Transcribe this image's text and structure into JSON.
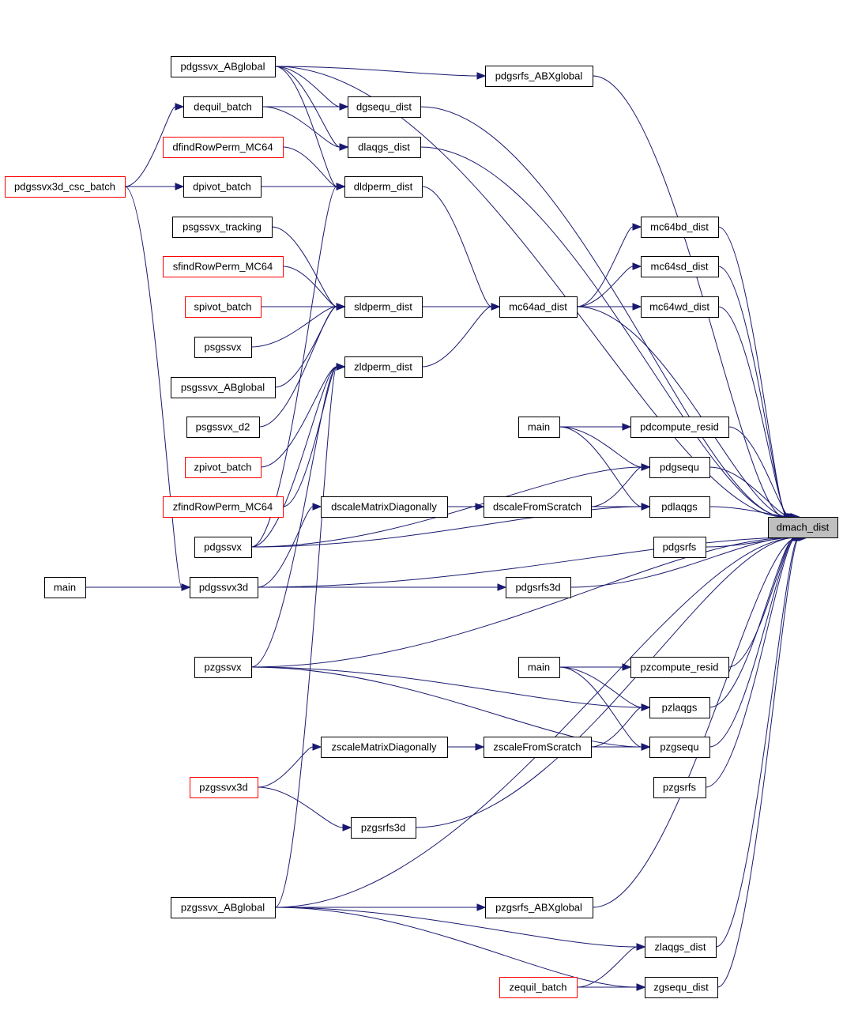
{
  "colors": {
    "edge": "#191970",
    "node_border": "#000000",
    "missing_node_border": "#ff0000",
    "root_fill": "#bfbfbf"
  },
  "nodes": [
    {
      "id": "dmach_dist",
      "label": "dmach_dist",
      "style": "root"
    },
    {
      "id": "pdgssvx_ABglobal",
      "label": "pdgssvx_ABglobal",
      "style": "normal"
    },
    {
      "id": "pdgsrfs_ABXglobal",
      "label": "pdgsrfs_ABXglobal",
      "style": "normal"
    },
    {
      "id": "dequil_batch",
      "label": "dequil_batch",
      "style": "normal"
    },
    {
      "id": "dgsequ_dist",
      "label": "dgsequ_dist",
      "style": "normal"
    },
    {
      "id": "dfindRowPerm_MC64",
      "label": "dfindRowPerm_MC64",
      "style": "missing"
    },
    {
      "id": "dlaqgs_dist",
      "label": "dlaqgs_dist",
      "style": "normal"
    },
    {
      "id": "pdgssvx3d_csc_batch",
      "label": "pdgssvx3d_csc_batch",
      "style": "missing"
    },
    {
      "id": "dpivot_batch",
      "label": "dpivot_batch",
      "style": "normal"
    },
    {
      "id": "dldperm_dist",
      "label": "dldperm_dist",
      "style": "normal"
    },
    {
      "id": "psgssvx_tracking",
      "label": "psgssvx_tracking",
      "style": "normal"
    },
    {
      "id": "mc64bd_dist",
      "label": "mc64bd_dist",
      "style": "normal"
    },
    {
      "id": "sfindRowPerm_MC64",
      "label": "sfindRowPerm_MC64",
      "style": "missing"
    },
    {
      "id": "mc64sd_dist",
      "label": "mc64sd_dist",
      "style": "normal"
    },
    {
      "id": "spivot_batch",
      "label": "spivot_batch",
      "style": "missing"
    },
    {
      "id": "sldperm_dist",
      "label": "sldperm_dist",
      "style": "normal"
    },
    {
      "id": "mc64ad_dist",
      "label": "mc64ad_dist",
      "style": "normal"
    },
    {
      "id": "mc64wd_dist",
      "label": "mc64wd_dist",
      "style": "normal"
    },
    {
      "id": "psgssvx",
      "label": "psgssvx",
      "style": "normal"
    },
    {
      "id": "zldperm_dist",
      "label": "zldperm_dist",
      "style": "normal"
    },
    {
      "id": "psgssvx_ABglobal",
      "label": "psgssvx_ABglobal",
      "style": "normal"
    },
    {
      "id": "psgssvx_d2",
      "label": "psgssvx_d2",
      "style": "normal"
    },
    {
      "id": "main_1",
      "label": "main",
      "style": "normal"
    },
    {
      "id": "pdcompute_resid",
      "label": "pdcompute_resid",
      "style": "normal"
    },
    {
      "id": "zpivot_batch",
      "label": "zpivot_batch",
      "style": "missing"
    },
    {
      "id": "pdgsequ",
      "label": "pdgsequ",
      "style": "normal"
    },
    {
      "id": "zfindRowPerm_MC64",
      "label": "zfindRowPerm_MC64",
      "style": "missing"
    },
    {
      "id": "dscaleMatrixDiagonally",
      "label": "dscaleMatrixDiagonally",
      "style": "normal"
    },
    {
      "id": "dscaleFromScratch",
      "label": "dscaleFromScratch",
      "style": "normal"
    },
    {
      "id": "pdlaqgs",
      "label": "pdlaqgs",
      "style": "normal"
    },
    {
      "id": "pdgssvx",
      "label": "pdgssvx",
      "style": "normal"
    },
    {
      "id": "pdgsrfs",
      "label": "pdgsrfs",
      "style": "normal"
    },
    {
      "id": "main_left",
      "label": "main",
      "style": "normal"
    },
    {
      "id": "pdgssvx3d",
      "label": "pdgssvx3d",
      "style": "normal"
    },
    {
      "id": "pdgsrfs3d",
      "label": "pdgsrfs3d",
      "style": "normal"
    },
    {
      "id": "pzgssvx",
      "label": "pzgssvx",
      "style": "normal"
    },
    {
      "id": "main_2",
      "label": "main",
      "style": "normal"
    },
    {
      "id": "pzcompute_resid",
      "label": "pzcompute_resid",
      "style": "normal"
    },
    {
      "id": "pzlaqgs",
      "label": "pzlaqgs",
      "style": "normal"
    },
    {
      "id": "zscaleMatrixDiagonally",
      "label": "zscaleMatrixDiagonally",
      "style": "normal"
    },
    {
      "id": "zscaleFromScratch",
      "label": "zscaleFromScratch",
      "style": "normal"
    },
    {
      "id": "pzgsequ",
      "label": "pzgsequ",
      "style": "normal"
    },
    {
      "id": "pzgssvx3d",
      "label": "pzgssvx3d",
      "style": "missing"
    },
    {
      "id": "pzgsrfs",
      "label": "pzgsrfs",
      "style": "normal"
    },
    {
      "id": "pzgsrfs3d",
      "label": "pzgsrfs3d",
      "style": "normal"
    },
    {
      "id": "pzgssvx_ABglobal",
      "label": "pzgssvx_ABglobal",
      "style": "normal"
    },
    {
      "id": "pzgsrfs_ABXglobal",
      "label": "pzgsrfs_ABXglobal",
      "style": "normal"
    },
    {
      "id": "zlaqgs_dist",
      "label": "zlaqgs_dist",
      "style": "normal"
    },
    {
      "id": "zequil_batch",
      "label": "zequil_batch",
      "style": "missing"
    },
    {
      "id": "zgsequ_dist",
      "label": "zgsequ_dist",
      "style": "normal"
    }
  ],
  "edges": [
    {
      "from": "pdgssvx_ABglobal",
      "to": "dmach_dist"
    },
    {
      "from": "pdgssvx_ABglobal",
      "to": "pdgsrfs_ABXglobal"
    },
    {
      "from": "pdgssvx_ABglobal",
      "to": "dgsequ_dist"
    },
    {
      "from": "pdgssvx_ABglobal",
      "to": "dlaqgs_dist"
    },
    {
      "from": "pdgssvx_ABglobal",
      "to": "dldperm_dist"
    },
    {
      "from": "pdgsrfs_ABXglobal",
      "to": "dmach_dist"
    },
    {
      "from": "dequil_batch",
      "to": "dgsequ_dist"
    },
    {
      "from": "dequil_batch",
      "to": "dlaqgs_dist"
    },
    {
      "from": "dgsequ_dist",
      "to": "dmach_dist"
    },
    {
      "from": "dlaqgs_dist",
      "to": "dmach_dist"
    },
    {
      "from": "dfindRowPerm_MC64",
      "to": "dldperm_dist"
    },
    {
      "from": "pdgssvx3d_csc_batch",
      "to": "dequil_batch"
    },
    {
      "from": "pdgssvx3d_csc_batch",
      "to": "dpivot_batch"
    },
    {
      "from": "pdgssvx3d_csc_batch",
      "to": "pdgssvx3d"
    },
    {
      "from": "dpivot_batch",
      "to": "dldperm_dist"
    },
    {
      "from": "dldperm_dist",
      "to": "mc64ad_dist"
    },
    {
      "from": "psgssvx_tracking",
      "to": "sldperm_dist"
    },
    {
      "from": "sfindRowPerm_MC64",
      "to": "sldperm_dist"
    },
    {
      "from": "spivot_batch",
      "to": "sldperm_dist"
    },
    {
      "from": "psgssvx",
      "to": "sldperm_dist"
    },
    {
      "from": "psgssvx_ABglobal",
      "to": "sldperm_dist"
    },
    {
      "from": "psgssvx_d2",
      "to": "sldperm_dist"
    },
    {
      "from": "sldperm_dist",
      "to": "mc64ad_dist"
    },
    {
      "from": "zldperm_dist",
      "to": "mc64ad_dist"
    },
    {
      "from": "mc64ad_dist",
      "to": "mc64bd_dist"
    },
    {
      "from": "mc64ad_dist",
      "to": "mc64sd_dist"
    },
    {
      "from": "mc64ad_dist",
      "to": "mc64wd_dist"
    },
    {
      "from": "mc64ad_dist",
      "to": "dmach_dist"
    },
    {
      "from": "mc64bd_dist",
      "to": "dmach_dist"
    },
    {
      "from": "mc64sd_dist",
      "to": "dmach_dist"
    },
    {
      "from": "mc64wd_dist",
      "to": "dmach_dist"
    },
    {
      "from": "zpivot_batch",
      "to": "zldperm_dist"
    },
    {
      "from": "zfindRowPerm_MC64",
      "to": "zldperm_dist"
    },
    {
      "from": "pdgssvx",
      "to": "dldperm_dist"
    },
    {
      "from": "pdgssvx",
      "to": "pdgsequ"
    },
    {
      "from": "pdgssvx",
      "to": "pdlaqgs"
    },
    {
      "from": "pdgssvx",
      "to": "zldperm_dist"
    },
    {
      "from": "main_1",
      "to": "pdcompute_resid"
    },
    {
      "from": "main_1",
      "to": "pdgsequ"
    },
    {
      "from": "main_1",
      "to": "pdlaqgs"
    },
    {
      "from": "pdcompute_resid",
      "to": "dmach_dist"
    },
    {
      "from": "pdgsequ",
      "to": "dmach_dist"
    },
    {
      "from": "pdlaqgs",
      "to": "dmach_dist"
    },
    {
      "from": "pdgsrfs",
      "to": "dmach_dist"
    },
    {
      "from": "dscaleMatrixDiagonally",
      "to": "dscaleFromScratch"
    },
    {
      "from": "dscaleFromScratch",
      "to": "pdgsequ"
    },
    {
      "from": "dscaleFromScratch",
      "to": "pdlaqgs"
    },
    {
      "from": "main_left",
      "to": "pdgssvx3d"
    },
    {
      "from": "pdgssvx3d",
      "to": "dscaleMatrixDiagonally"
    },
    {
      "from": "pdgssvx3d",
      "to": "pdgsrfs3d"
    },
    {
      "from": "pdgssvx3d",
      "to": "dmach_dist"
    },
    {
      "from": "pdgsrfs3d",
      "to": "dmach_dist"
    },
    {
      "from": "pzgssvx",
      "to": "dmach_dist"
    },
    {
      "from": "pzgssvx",
      "to": "pzlaqgs"
    },
    {
      "from": "pzgssvx",
      "to": "pzgsequ"
    },
    {
      "from": "pzgssvx",
      "to": "zldperm_dist"
    },
    {
      "from": "main_2",
      "to": "pzcompute_resid"
    },
    {
      "from": "main_2",
      "to": "pzlaqgs"
    },
    {
      "from": "main_2",
      "to": "pzgsequ"
    },
    {
      "from": "pzcompute_resid",
      "to": "dmach_dist"
    },
    {
      "from": "pzlaqgs",
      "to": "dmach_dist"
    },
    {
      "from": "pzgsequ",
      "to": "dmach_dist"
    },
    {
      "from": "pzgsrfs",
      "to": "dmach_dist"
    },
    {
      "from": "zscaleMatrixDiagonally",
      "to": "zscaleFromScratch"
    },
    {
      "from": "zscaleFromScratch",
      "to": "pzlaqgs"
    },
    {
      "from": "zscaleFromScratch",
      "to": "pzgsequ"
    },
    {
      "from": "pzgssvx3d",
      "to": "zscaleMatrixDiagonally"
    },
    {
      "from": "pzgssvx3d",
      "to": "pzgsrfs3d"
    },
    {
      "from": "pzgsrfs3d",
      "to": "dmach_dist"
    },
    {
      "from": "pzgssvx_ABglobal",
      "to": "dmach_dist"
    },
    {
      "from": "pzgssvx_ABglobal",
      "to": "pzgsrfs_ABXglobal"
    },
    {
      "from": "pzgssvx_ABglobal",
      "to": "zlaqgs_dist"
    },
    {
      "from": "pzgssvx_ABglobal",
      "to": "zgsequ_dist"
    },
    {
      "from": "pzgssvx_ABglobal",
      "to": "zldperm_dist"
    },
    {
      "from": "pzgsrfs_ABXglobal",
      "to": "dmach_dist"
    },
    {
      "from": "zlaqgs_dist",
      "to": "dmach_dist"
    },
    {
      "from": "zgsequ_dist",
      "to": "dmach_dist"
    },
    {
      "from": "zequil_batch",
      "to": "zlaqgs_dist"
    },
    {
      "from": "zequil_batch",
      "to": "zgsequ_dist"
    }
  ]
}
